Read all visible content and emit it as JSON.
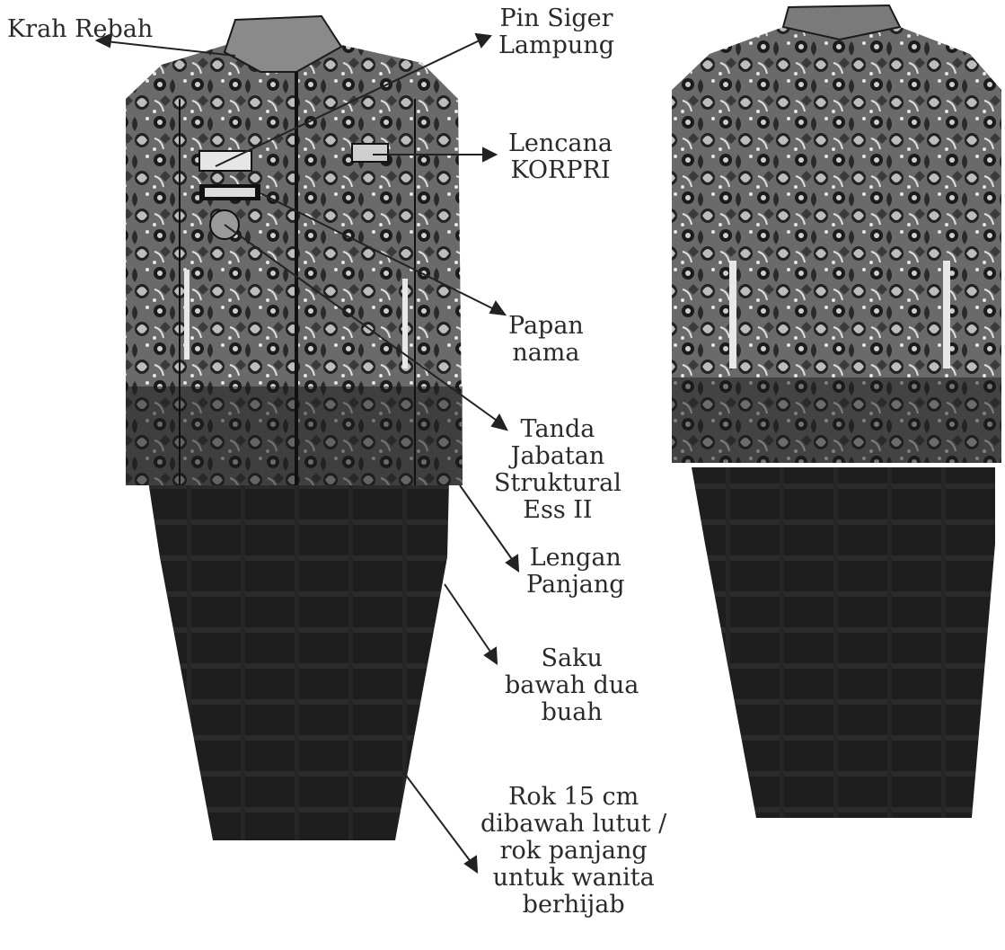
{
  "callouts": [
    {
      "id": "krah-rebah",
      "lines": [
        "Krah Rebah"
      ]
    },
    {
      "id": "pin-siger",
      "lines": [
        "Pin Siger",
        "Lampung"
      ]
    },
    {
      "id": "lencana-korpri",
      "lines": [
        "Lencana",
        "KORPRI"
      ]
    },
    {
      "id": "papan-nama",
      "lines": [
        "Papan",
        "nama"
      ]
    },
    {
      "id": "tanda-jabatan",
      "lines": [
        "Tanda",
        "Jabatan",
        "Struktural",
        "Ess II"
      ]
    },
    {
      "id": "lengan-panjang",
      "lines": [
        "Lengan",
        "Panjang"
      ]
    },
    {
      "id": "saku-bawah",
      "lines": [
        "Saku",
        "bawah dua",
        "buah"
      ]
    },
    {
      "id": "rok",
      "lines": [
        "Rok 15 cm",
        "dibawah lutut /",
        "rok panjang",
        "untuk wanita",
        "berhijab"
      ]
    }
  ],
  "colors": {
    "ink": "#2a2a2a",
    "batik_dark": "#1b1b1b",
    "batik_mid": "#5a5a5a",
    "batik_light": "#bdbdbd",
    "skirt": "#1e1e1e"
  },
  "figures": [
    {
      "id": "front-view",
      "has_badges": true
    },
    {
      "id": "back-view",
      "has_badges": false
    }
  ]
}
